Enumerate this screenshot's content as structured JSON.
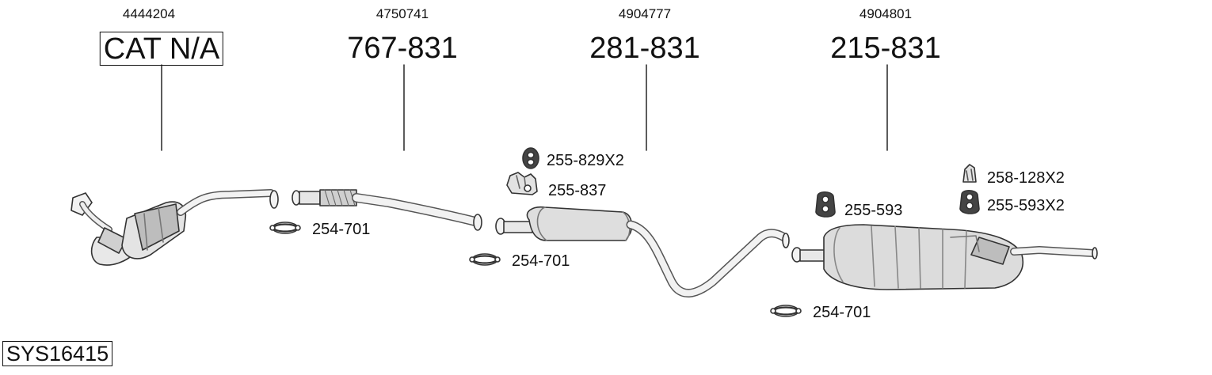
{
  "system_code": "SYS16415",
  "columns": [
    {
      "oem": "4444204",
      "part": "CAT N/A"
    },
    {
      "oem": "4750741",
      "part": "767-831"
    },
    {
      "oem": "4904777",
      "part": "281-831"
    },
    {
      "oem": "4904801",
      "part": "215-831"
    }
  ],
  "fittings": {
    "clamp_1": "254-701",
    "clamp_2": "254-701",
    "clamp_3": "254-701",
    "rubber_mount_a": "255-829X2",
    "bracket_a": "255-837",
    "rubber_mount_b": "255-593",
    "bracket_b": "258-128X2",
    "rubber_mount_c": "255-593X2"
  }
}
